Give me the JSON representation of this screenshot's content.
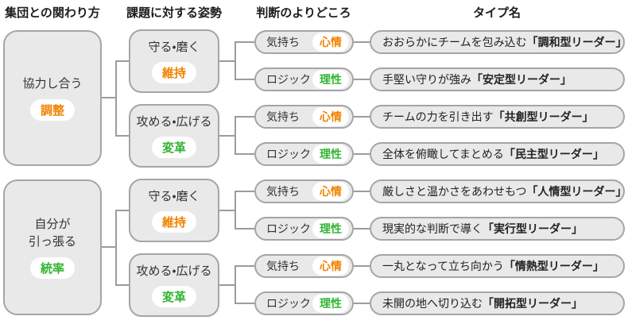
{
  "headers": {
    "col1": "集団との関わり方",
    "col2": "課題に対する姿勢",
    "col3": "判断のよりどころ",
    "col4": "タイプ名"
  },
  "colors": {
    "orange": "#f08300",
    "green": "#33b433"
  },
  "groups": [
    {
      "label_lines": [
        "協力し合う",
        ""
      ],
      "badge": "調整",
      "badge_color": "orange",
      "stances": [
        {
          "label": "守る・磨く",
          "badge": "維持",
          "badge_color": "orange",
          "leaves": [
            {
              "basis": "気持ち",
              "basis_badge": "心情",
              "basis_color": "orange",
              "type_desc": "おおらかにチームを包み込む",
              "type_name": "「調和型リーダー」"
            },
            {
              "basis": "ロジック",
              "basis_badge": "理性",
              "basis_color": "green",
              "type_desc": "手堅い守りが強み",
              "type_name": "「安定型リーダー」"
            }
          ]
        },
        {
          "label": "攻める・広げる",
          "badge": "変革",
          "badge_color": "green",
          "leaves": [
            {
              "basis": "気持ち",
              "basis_badge": "心情",
              "basis_color": "orange",
              "type_desc": "チームの力を引き出す",
              "type_name": "「共創型リーダー」"
            },
            {
              "basis": "ロジック",
              "basis_badge": "理性",
              "basis_color": "green",
              "type_desc": "全体を俯瞰してまとめる",
              "type_name": "「民主型リーダー」"
            }
          ]
        }
      ]
    },
    {
      "label_lines": [
        "自分が",
        "引っ張る"
      ],
      "badge": "統率",
      "badge_color": "green",
      "stances": [
        {
          "label": "守る・磨く",
          "badge": "維持",
          "badge_color": "orange",
          "leaves": [
            {
              "basis": "気持ち",
              "basis_badge": "心情",
              "basis_color": "orange",
              "type_desc": "厳しさと温かさをあわせもつ",
              "type_name": "「人情型リーダー」"
            },
            {
              "basis": "ロジック",
              "basis_badge": "理性",
              "basis_color": "green",
              "type_desc": "現実的な判断で導く",
              "type_name": "「実行型リーダー」"
            }
          ]
        },
        {
          "label": "攻める・広げる",
          "badge": "変革",
          "badge_color": "green",
          "leaves": [
            {
              "basis": "気持ち",
              "basis_badge": "心情",
              "basis_color": "orange",
              "type_desc": "一丸となって立ち向かう",
              "type_name": "「情熱型リーダー」"
            },
            {
              "basis": "ロジック",
              "basis_badge": "理性",
              "basis_color": "green",
              "type_desc": "未開の地へ切り込む",
              "type_name": "「開拓型リーダー」"
            }
          ]
        }
      ]
    }
  ]
}
